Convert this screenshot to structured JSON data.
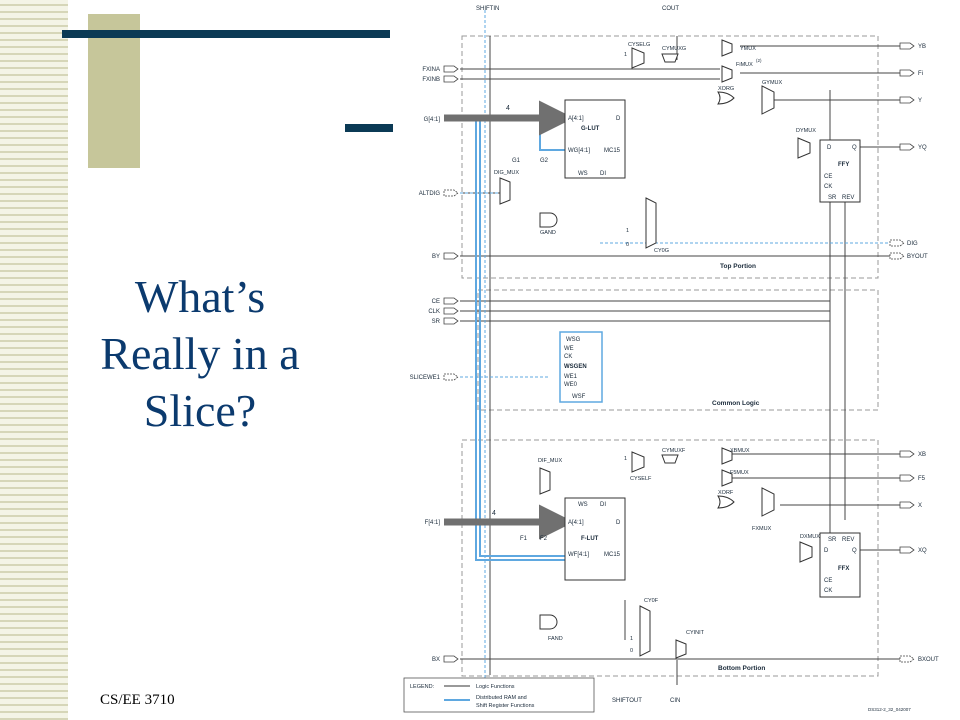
{
  "slide": {
    "title_lines": [
      "What’s",
      "Really in a",
      "Slice?"
    ],
    "footer": "CS/EE 3710"
  },
  "colors": {
    "title": "#0b3a6e",
    "rule": "#0b3a55",
    "olive": "#c6c69a",
    "blue": "#5fa8e0",
    "arrow": "#707070"
  },
  "schematic": {
    "top_labels": {
      "shiftin": "SHIFTIN",
      "cout": "COUT"
    },
    "inputs": {
      "fxina": "FXINA",
      "fxinb": "FXINB",
      "g": "G[4:1]",
      "altdig": "ALTDIG",
      "by": "BY",
      "ce": "CE",
      "clk": "CLK",
      "sr": "SR",
      "slicewe1": "SLICEWE1",
      "f": "F[4:1]",
      "bx": "BX"
    },
    "outputs": {
      "yb": "YB",
      "fi": "Fi",
      "y": "Y",
      "yq": "YQ",
      "dig": "DIG",
      "byout": "BYOUT",
      "xb": "XB",
      "f5": "F5",
      "x": "X",
      "xq": "XQ",
      "bxout": "BXOUT"
    },
    "bus_width": "4",
    "glut": {
      "name": "G-LUT",
      "a": "A[4:1]",
      "d": "D",
      "wg": "WG[4:1]",
      "mc15": "MC15",
      "ws": "WS",
      "di": "DI"
    },
    "flut": {
      "name": "F-LUT",
      "ws": "WS",
      "di": "DI",
      "a": "A[4:1]",
      "d": "D",
      "wf": "WF[4:1]",
      "mc15": "MC15"
    },
    "g_pins": {
      "g1": "G1",
      "g2": "G2"
    },
    "f_pins": {
      "f1": "F1",
      "f2": "F2"
    },
    "muxes": {
      "cyselg": "CYSELG",
      "cymuxg": "CYMUXG",
      "ymux": "YMUX",
      "fimux": "FiMUX",
      "fimux_sup": "(2)",
      "xorg": "XORG",
      "gymux": "GYMUX",
      "dymux": "DYMUX",
      "dig_mux": "DIG_MUX",
      "gand": "GAND",
      "cy0g": "CY0G",
      "cymuxf": "CYMUXF",
      "xbmux": "XBMUX",
      "cyself": "CYSELF",
      "f5mux": "F5MUX",
      "dif_mux": "DIF_MUX",
      "xorf": "XORF",
      "fxmux": "FXMUX",
      "dxmux": "DXMUX",
      "cy0f": "CY0F",
      "fand": "FAND",
      "cyinit": "CYINIT",
      "one": "1",
      "zero": "0"
    },
    "ffy": {
      "name": "FFY",
      "d": "D",
      "q": "Q",
      "ce": "CE",
      "ck": "CK",
      "sr": "SR",
      "rev": "REV"
    },
    "ffx": {
      "name": "FFX",
      "sr": "SR",
      "rev": "REV",
      "d": "D",
      "q": "Q",
      "ce": "CE",
      "ck": "CK"
    },
    "wsgen": {
      "wsg": "WSG",
      "we": "WE",
      "ck": "CK",
      "name": "WSGEN",
      "we1": "WE1",
      "we0": "WE0",
      "wsf": "WSF"
    },
    "sections": {
      "top": "Top Portion",
      "common": "Common Logic",
      "bottom": "Bottom Portion"
    },
    "bottom_labels": {
      "shiftout": "SHIFTOUT",
      "cin": "CIN"
    },
    "legend": {
      "title": "LEGEND:",
      "logic": "Logic Functions",
      "ram_line1": "Distributed RAM and",
      "ram_line2": "Shift Register Functions"
    },
    "doc_id": "DS312-2_32_042007"
  }
}
